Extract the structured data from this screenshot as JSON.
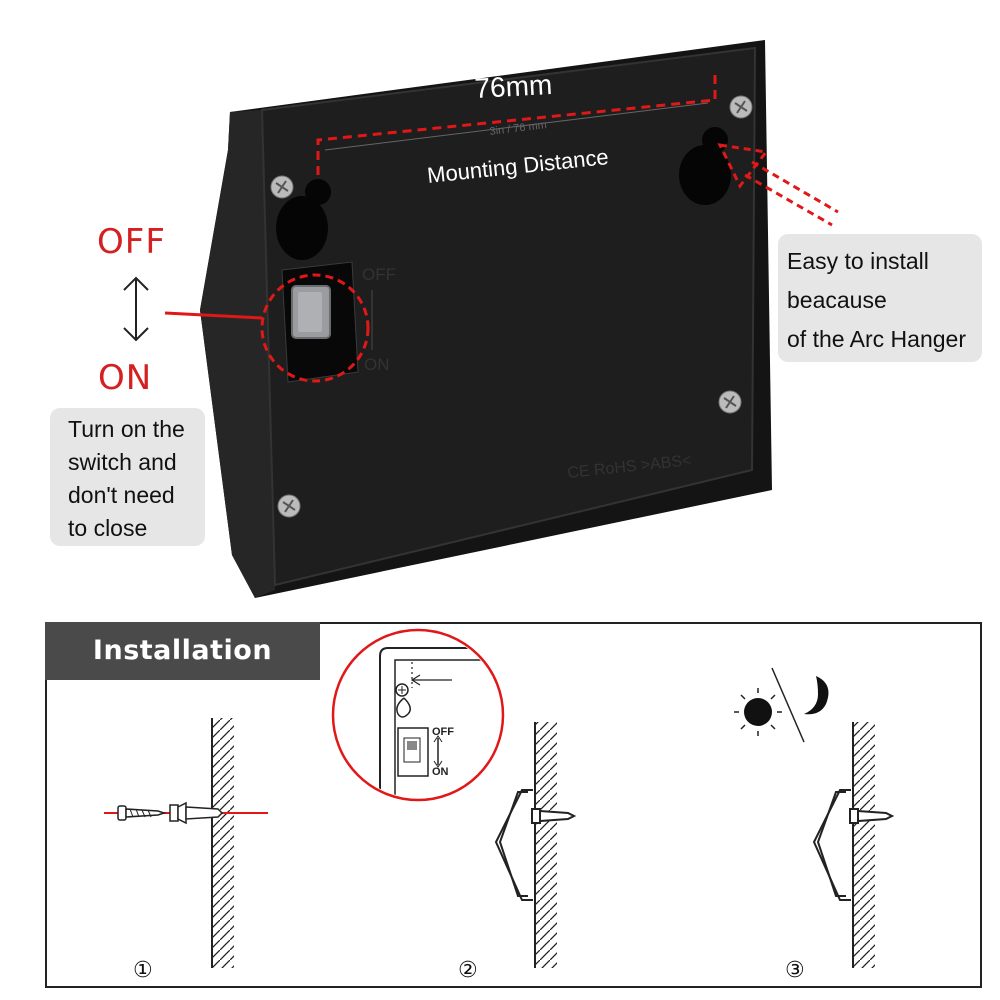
{
  "device": {
    "dimension_label": "76mm",
    "embossed_dimension": "3in / 76 mm",
    "mounting_label": "Mounting Distance",
    "switch_embossed_off": "OFF",
    "switch_embossed_on": "ON",
    "embossed_marks": "CE RoHS >ABS<"
  },
  "switch_callout": {
    "off_label": "OFF",
    "on_label": "ON",
    "note_lines": [
      "Turn on the",
      "switch and",
      "don't need",
      "to close"
    ]
  },
  "hanger_callout": {
    "note_lines": [
      "Easy to install",
      "beacause",
      "of the Arc Hanger"
    ]
  },
  "installation": {
    "title": "Installation Steps",
    "zoom_off": "OFF",
    "zoom_on": "ON",
    "steps": [
      "①",
      "②",
      "③"
    ]
  },
  "colors": {
    "accent_red": "#d42020",
    "device_body": "#1b1b1b",
    "note_background": "#e6e6e6",
    "title_bar": "#4a4a4a"
  }
}
